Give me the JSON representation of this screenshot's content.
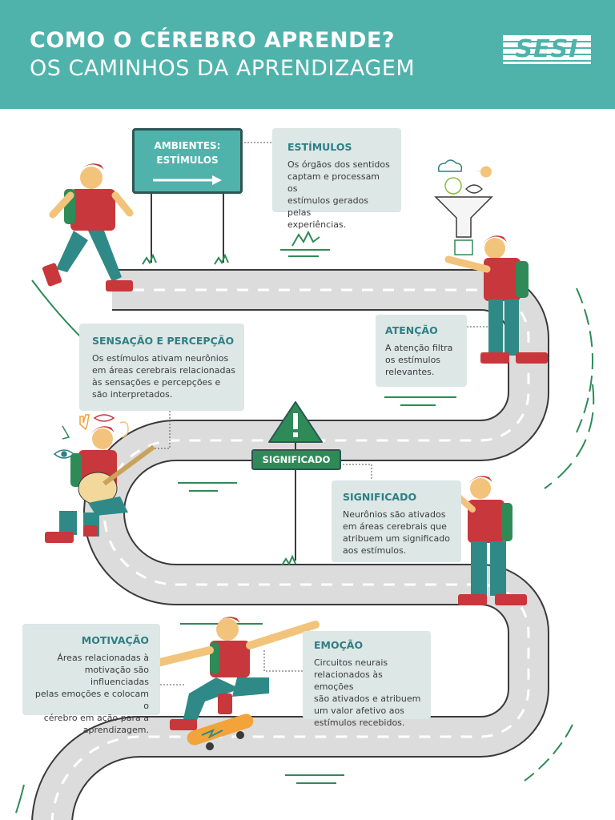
{
  "header": {
    "title_line1": "COMO O CÉREBRO APRENDE?",
    "title_line2": "OS CAMINHOS DA APRENDIZAGEM",
    "logo": "SESI"
  },
  "sign": {
    "line1": "AMBIENTES:",
    "line2": "ESTÍMULOS"
  },
  "significado_badge": "SIGNIFICADO",
  "cards": {
    "estimulos": {
      "title": "ESTÍMULOS",
      "l1": "Os órgãos dos sentidos",
      "l2": "captam e processam os",
      "l3": "estímulos gerados pelas",
      "l4": "experiências."
    },
    "sensacao": {
      "title": "SENSAÇÃO E PERCEPÇÃO",
      "l1": "Os estímulos ativam neurônios",
      "l2": "em áreas cerebrais relacionadas",
      "l3": "às sensações  e percepções  e",
      "l4": "são interpretados."
    },
    "atencao": {
      "title": "ATENÇÃO",
      "l1": "A atenção filtra",
      "l2": "os estímulos",
      "l3": "relevantes."
    },
    "significado": {
      "title": "SIGNIFICADO",
      "l1": "Neurônios são ativados",
      "l2": "em áreas cerebrais que",
      "l3": "atribuem um significado",
      "l4": "aos estímulos."
    },
    "motivacao": {
      "title": "MOTIVAÇÃO",
      "l1": "Áreas relacionadas à",
      "l2": "motivação são influenciadas",
      "l3": "pelas emoções e colocam o",
      "l4": "cérebro em ação para a",
      "l5": "aprendizagem."
    },
    "emocao": {
      "title": "EMOÇÃO",
      "l1": "Circuitos neurais",
      "l2": "relacionados às emoções",
      "l3": "são ativados e atribuem",
      "l4": "um valor afetivo aos",
      "l5": "estímulos recebidos."
    }
  },
  "colors": {
    "header": "#4fb3ac",
    "card": "#dce7e6",
    "road": "#dcdcdc",
    "accent_green": "#2e8b57",
    "card_title": "#2f7f84"
  },
  "icons": [
    "arrow-right-icon",
    "warning-icon",
    "funnel-icon",
    "eye-icon",
    "hand-icon",
    "lips-icon",
    "ear-icon",
    "nose-icon",
    "cloud-icon",
    "book-icon"
  ]
}
